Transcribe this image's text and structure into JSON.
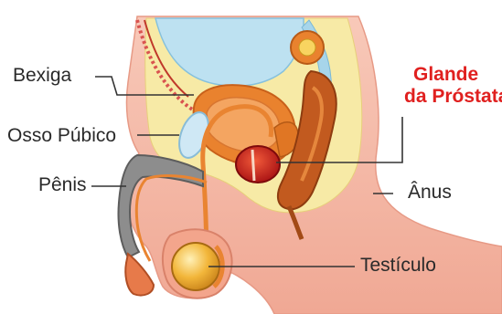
{
  "labels": {
    "bladder": "Bexiga",
    "pubic_bone": "Osso Púbico",
    "penis": "Pênis",
    "prostate_line1": "Glande",
    "prostate_line2": "da Próstata",
    "anus": "Ânus",
    "testicle": "Testículo"
  },
  "colors": {
    "highlight": "#e0201f",
    "label_text": "#2a2a2a",
    "skin": "#f5b7a6",
    "pelvic_fill": "#f7eaa6",
    "bladder_blue": "#9fd2ea",
    "organ_orange": "#ea7a2c",
    "prostate_red": "#c01818",
    "testicle_yellow": "#f2b63a",
    "leader_line": "#333333"
  }
}
